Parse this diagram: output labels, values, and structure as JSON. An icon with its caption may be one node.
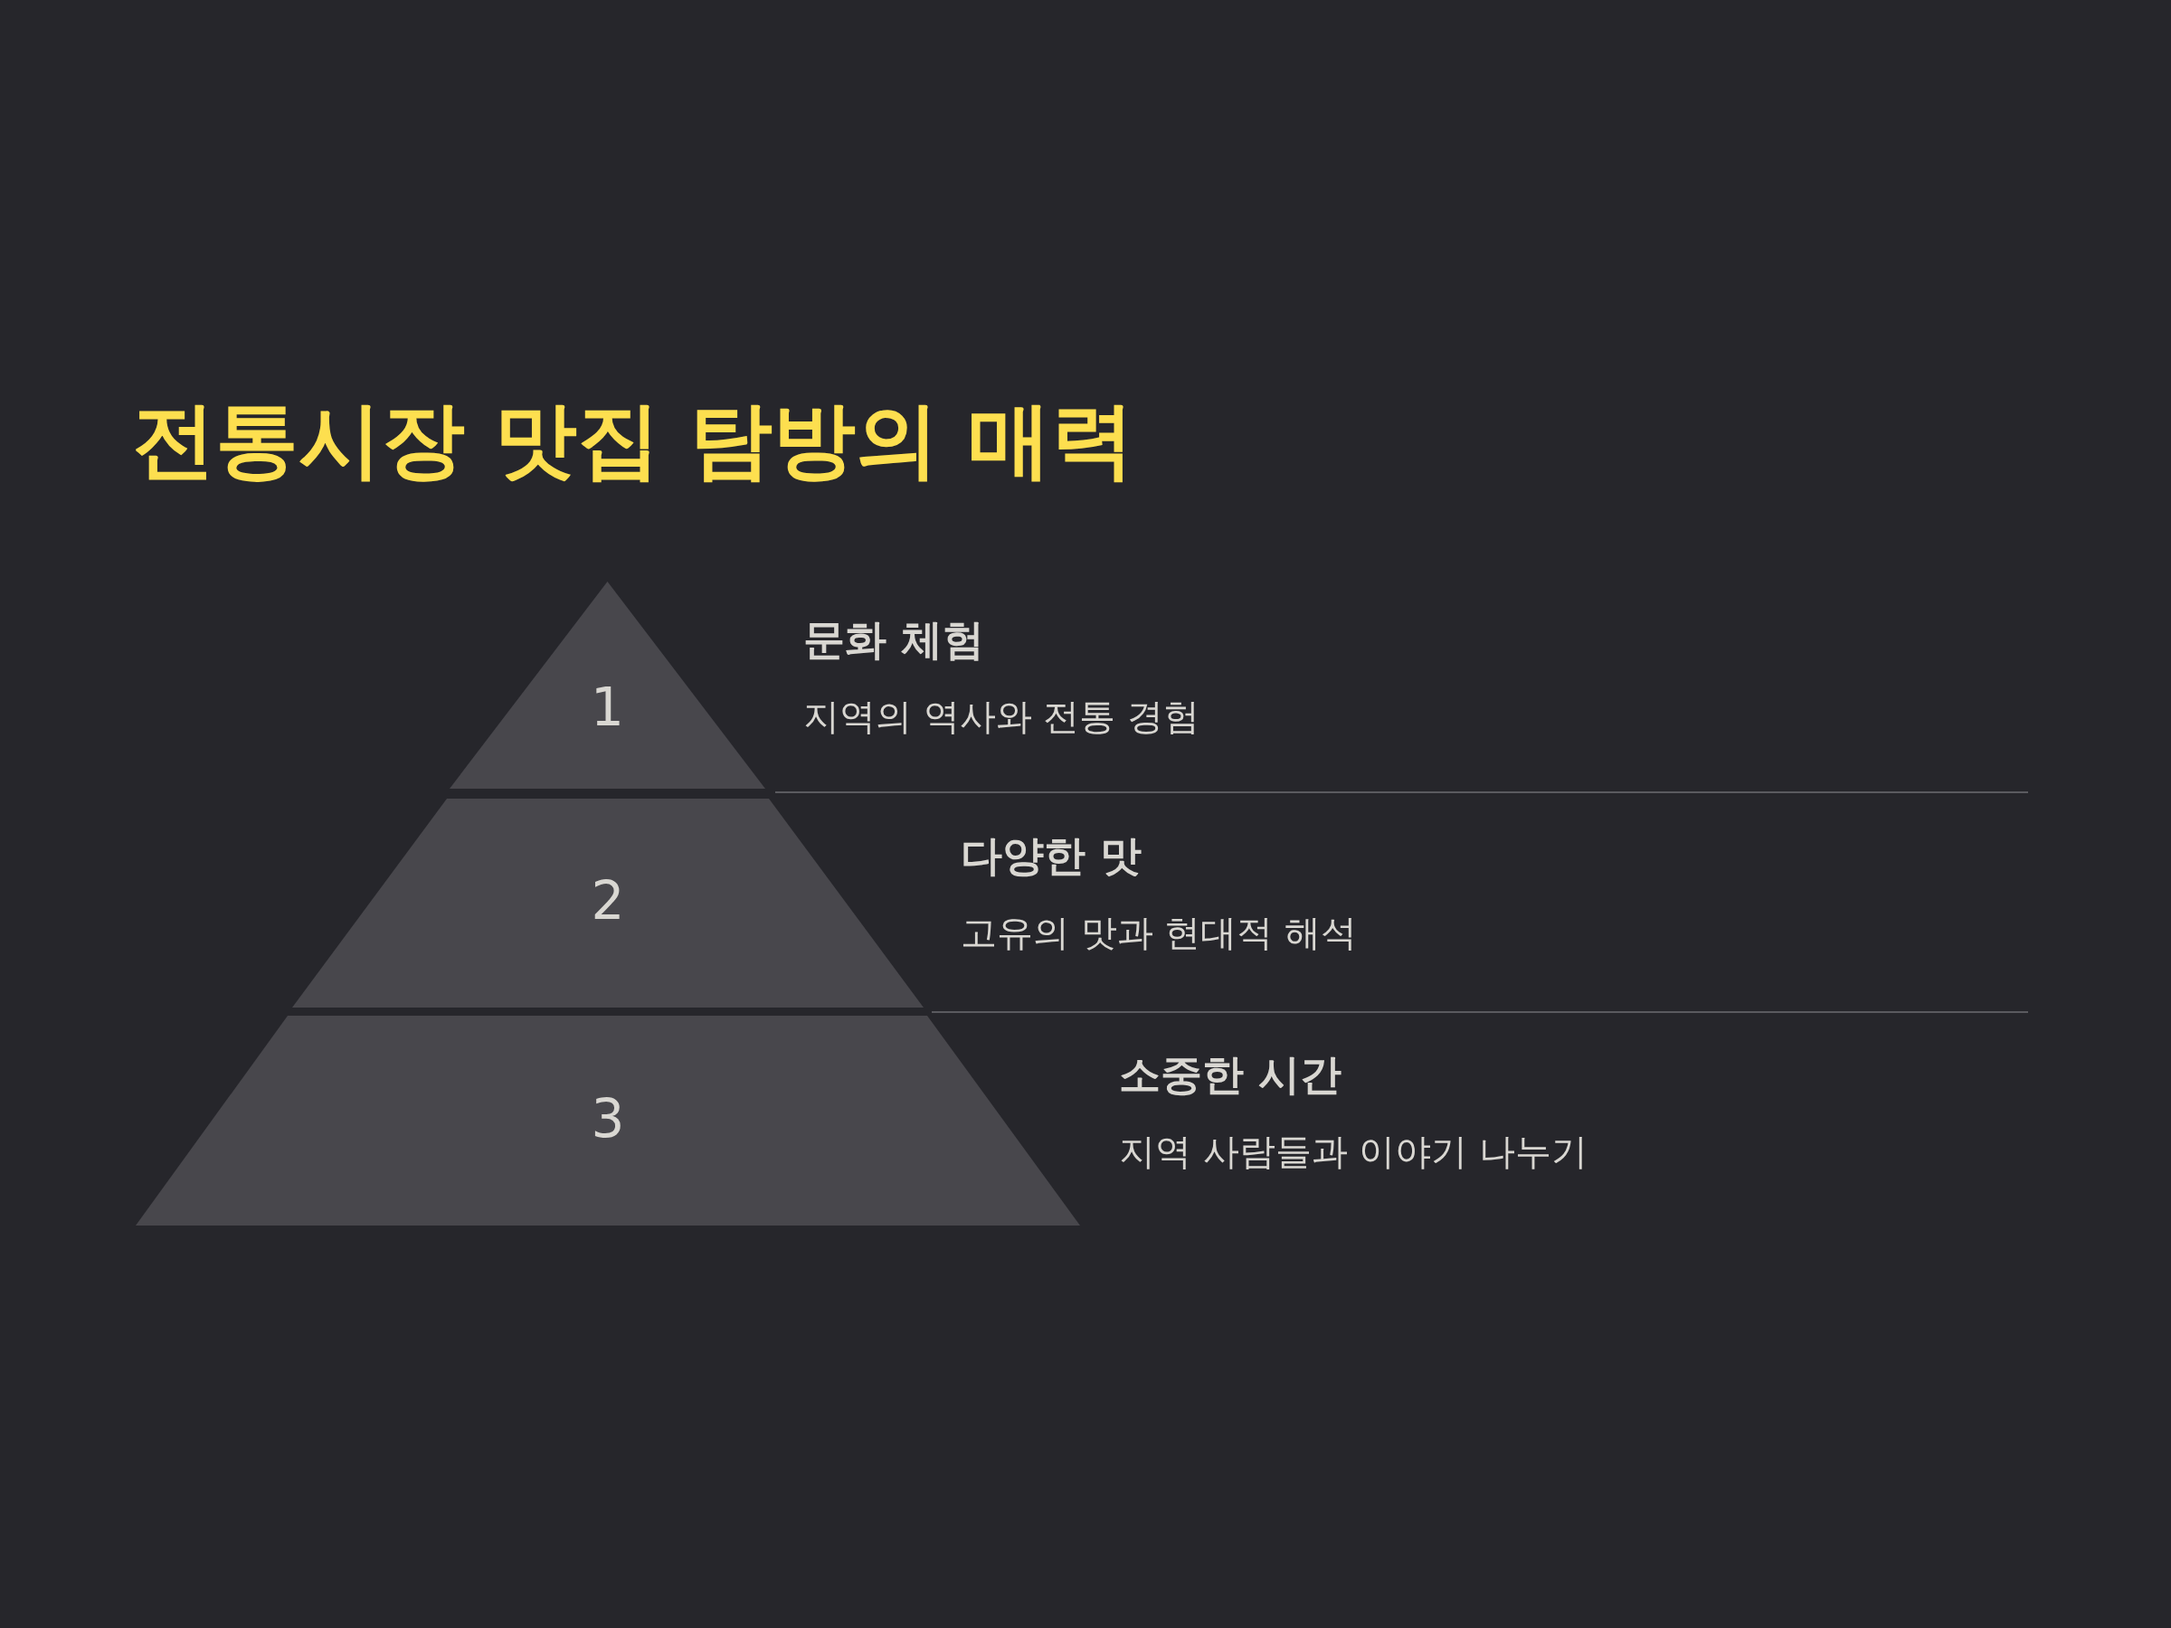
{
  "diagram": {
    "title": "전통시장 맛집 탐방의 매력",
    "nodes": [
      {
        "text": [
          "1"
        ],
        "beside": [
          "문화 체험",
          "지역의 역사와 전통 경험"
        ]
      },
      {
        "text": [
          "2"
        ],
        "beside": [
          "다양한 맛",
          "고유의 맛과 현대적 해석"
        ]
      },
      {
        "text": [
          "3"
        ],
        "beside": [
          "소중한 시간",
          "지역 사람들과 이야기 나누기"
        ]
      }
    ],
    "edges": []
  }
}
